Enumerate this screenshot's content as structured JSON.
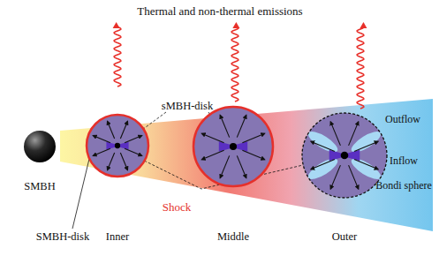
{
  "diagram": {
    "nodes": [
      {
        "text": [
          "SMBH"
        ]
      },
      {
        "text": [
          "Inner"
        ]
      },
      {
        "text": [
          "Middle"
        ]
      },
      {
        "text": [
          "Outer"
        ]
      }
    ],
    "labels": [
      "Thermal and non-thermal emissions",
      "sMBH-disk",
      "Shock",
      "Outflow",
      "Inflow",
      "Bondi sphere",
      "SMBH-disk"
    ]
  }
}
